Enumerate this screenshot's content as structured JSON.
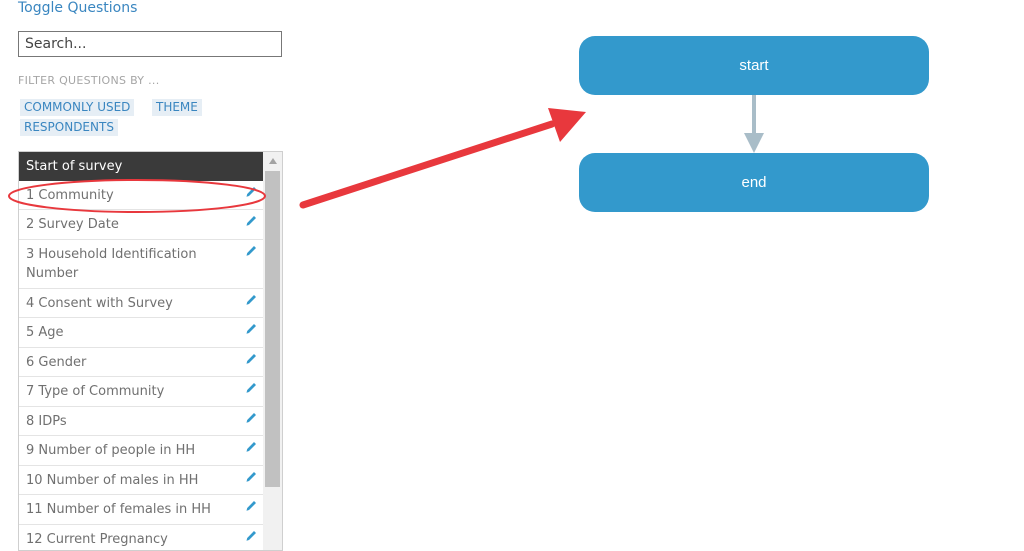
{
  "toggle_label": "Toggle Questions",
  "search": {
    "placeholder": "Search..."
  },
  "filter": {
    "label": "FILTER QUESTIONS BY ...",
    "chips": [
      "COMMONLY USED",
      "THEME",
      "RESPONDENTS"
    ]
  },
  "questions": {
    "header": "Start of survey",
    "items": [
      "1 Community",
      "2 Survey Date",
      "3 Household Identification Number",
      "4 Consent with Survey",
      "5 Age",
      "6 Gender",
      "7 Type of Community",
      "8 IDPs",
      "9 Number of people in HH",
      "10 Number of males in HH",
      "11 Number of females in HH",
      "12 Current Pregnancy"
    ]
  },
  "flow": {
    "start": "start",
    "end": "end"
  },
  "colors": {
    "accent": "#3399cc",
    "link": "#3a86c0",
    "annotation": "#e8383d",
    "connector": "#a9bdc8"
  }
}
